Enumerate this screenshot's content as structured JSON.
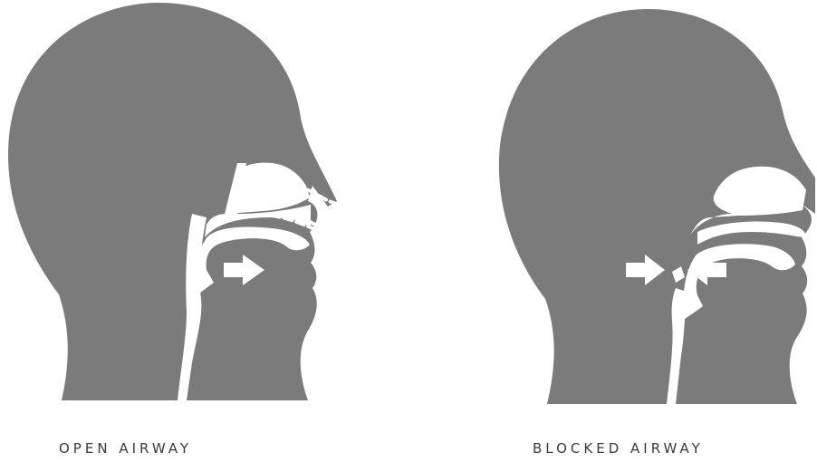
{
  "panels": [
    {
      "caption": "OPEN AIRWAY",
      "state": "open",
      "icons": [
        "head-profile-icon",
        "airflow-arrow-icon",
        "breath-path-icon"
      ]
    },
    {
      "caption": "BLOCKED AIRWAY",
      "state": "blocked",
      "icons": [
        "head-profile-icon",
        "airflow-arrow-icon",
        "airflow-arrow-icon"
      ]
    }
  ],
  "colors": {
    "head": "#7b7b7b",
    "airway": "#ffffff",
    "caption": "#3a3a3a",
    "background": "#ffffff"
  }
}
